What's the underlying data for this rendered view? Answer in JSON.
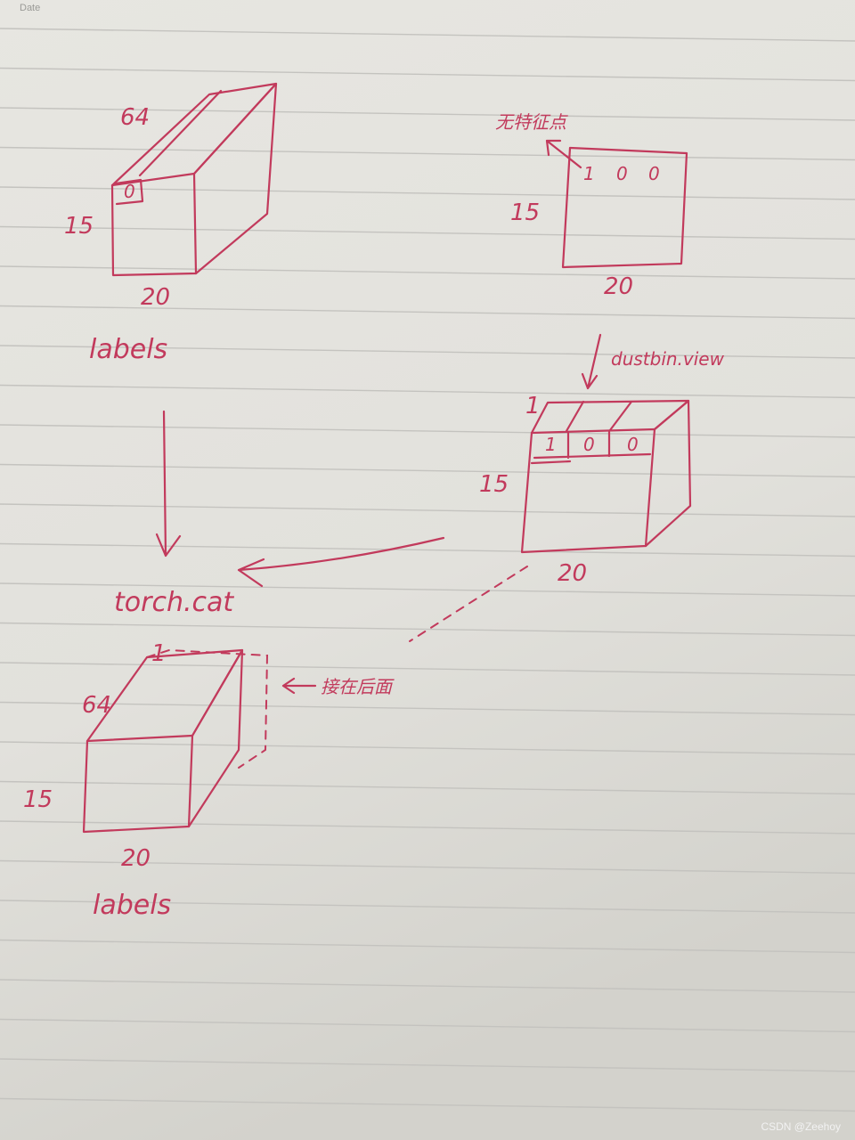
{
  "page": {
    "header_label": "Date",
    "watermark": "CSDN @Zeehoy"
  },
  "diagram": {
    "top_left": {
      "dims": {
        "depth": "64",
        "height": "15",
        "width": "20"
      },
      "cell_value": "0",
      "caption": "labels"
    },
    "top_right": {
      "note": "无特征点",
      "cells": [
        "1",
        "0",
        "0"
      ],
      "dims": {
        "height": "15",
        "width": "20"
      }
    },
    "op_view": "dustbin.view",
    "mid_right": {
      "depth": "1",
      "cells": [
        "1",
        "0",
        "0"
      ],
      "dims": {
        "height": "15",
        "width": "20"
      }
    },
    "op_cat": "torch.cat",
    "bottom_left": {
      "depth_extra": "1",
      "note": "接在后面",
      "dims": {
        "depth": "64",
        "height": "15",
        "width": "20"
      },
      "caption": "labels"
    }
  },
  "colors": {
    "ink": "#c23a5c",
    "paper": "#e6e5e0",
    "rule": "#c4c3bf"
  }
}
